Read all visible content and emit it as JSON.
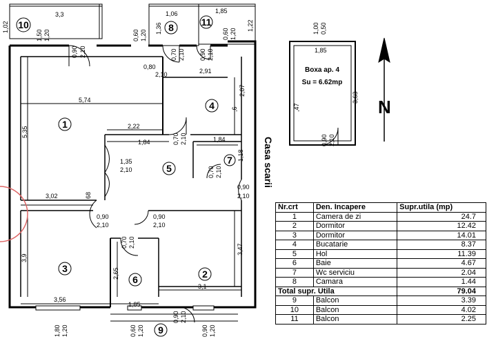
{
  "rooms": {
    "r1": "1",
    "r2": "2",
    "r3": "3",
    "r4": "4",
    "r5": "5",
    "r6": "6",
    "r7": "7",
    "r8": "8",
    "r9": "9",
    "r10": "10",
    "r11": "11"
  },
  "dims": {
    "d_3_3": "3,3",
    "d_1_02": "1,02",
    "d_1_50": "1,50",
    "d_1_20a": "1,20",
    "d_0_90a": "0,90",
    "d_2_10a": "2,10",
    "d_0_60a": "0,60",
    "d_1_20b": "1,20",
    "d_1_06": "1,06",
    "d_1_36": "1,36",
    "d_1_85a": "1,85",
    "d_0_60b": "0,60",
    "d_1_20c": "1,20",
    "d_1_22": "1,22",
    "d_0_70a": "0,70",
    "d_2_10b": "2,10",
    "d_0_90b": "0,90",
    "d_2_10c": "2,10",
    "d_0_80": "0,80",
    "d_2_10d": "2,10",
    "d_2_91": "2,91",
    "d_2_07": "2,07",
    "d_6": ",6",
    "d_5_74": "5,74",
    "d_5_35": "5,35",
    "d_2_22": "2,22",
    "d_1_84a": "1,84",
    "d_0_70b": "0,70",
    "d_2_10e": "2,10",
    "d_1_84b": "1,84",
    "d_1_18": "1,18",
    "d_1_35": "1,35",
    "d_2_10f": "2,10",
    "d_0_70c": "0,70",
    "d_2_10g": "2,10",
    "d_0_90c": "0,90",
    "d_2_10h": "2,10",
    "d_3_02": "3,02",
    "d_68": "68",
    "d_0_90d": "0,90",
    "d_2_10i": "2,10",
    "d_0_90e": "0,90",
    "d_2_10j": "2,10",
    "d_0_70d": "0,70",
    "d_2_10k": "2,10",
    "d_3_9": "3,9",
    "d_2_65": "2,65",
    "d_3_47": "3,47",
    "d_3_1": "3,1",
    "d_3_56": "3,56",
    "d_1_85b": "1,85",
    "d_0_90f": "0,90",
    "d_2_10l": "2,10",
    "d_1_80": "1,80",
    "d_1_20d": "1,20",
    "d_0_60c": "0,60",
    "d_1_20e": "1,20",
    "d_0_90g": "0,90",
    "d_1_20f": "1,20",
    "b_1_00": "1,00",
    "b_0_50": "0,50",
    "b_1_85": "1,85",
    "b_3_63": "3,63",
    "b_47": ",47",
    "b_0_90": "0,90",
    "b_2_10": "2,10"
  },
  "box": {
    "title": "Boxa ap. 4",
    "area": "Su = 6.62mp"
  },
  "compass": {
    "letter": "N"
  },
  "stair_label": "Casa scarii",
  "table": {
    "headers": [
      "Nr.crt",
      "Den. Incapere",
      "Supr.utila (mp)"
    ],
    "rows": [
      {
        "nr": "1",
        "name": "Camera de zi",
        "area": "24.7"
      },
      {
        "nr": "2",
        "name": "Dormitor",
        "area": "12.42"
      },
      {
        "nr": "3",
        "name": "Dormitor",
        "area": "14.01"
      },
      {
        "nr": "4",
        "name": "Bucatarie",
        "area": "8.37"
      },
      {
        "nr": "5",
        "name": "Hol",
        "area": "11.39"
      },
      {
        "nr": "6",
        "name": "Baie",
        "area": "4.67"
      },
      {
        "nr": "7",
        "name": "Wc serviciu",
        "area": "2.04"
      },
      {
        "nr": "8",
        "name": "Camara",
        "area": "1.44"
      }
    ],
    "total": {
      "label": "Total supr. Utila",
      "value": "79.04"
    },
    "balcony_rows": [
      {
        "nr": "9",
        "name": "Balcon",
        "area": "3.39"
      },
      {
        "nr": "10",
        "name": "Balcon",
        "area": "4.02"
      },
      {
        "nr": "11",
        "name": "Balcon",
        "area": "2.25"
      }
    ]
  }
}
